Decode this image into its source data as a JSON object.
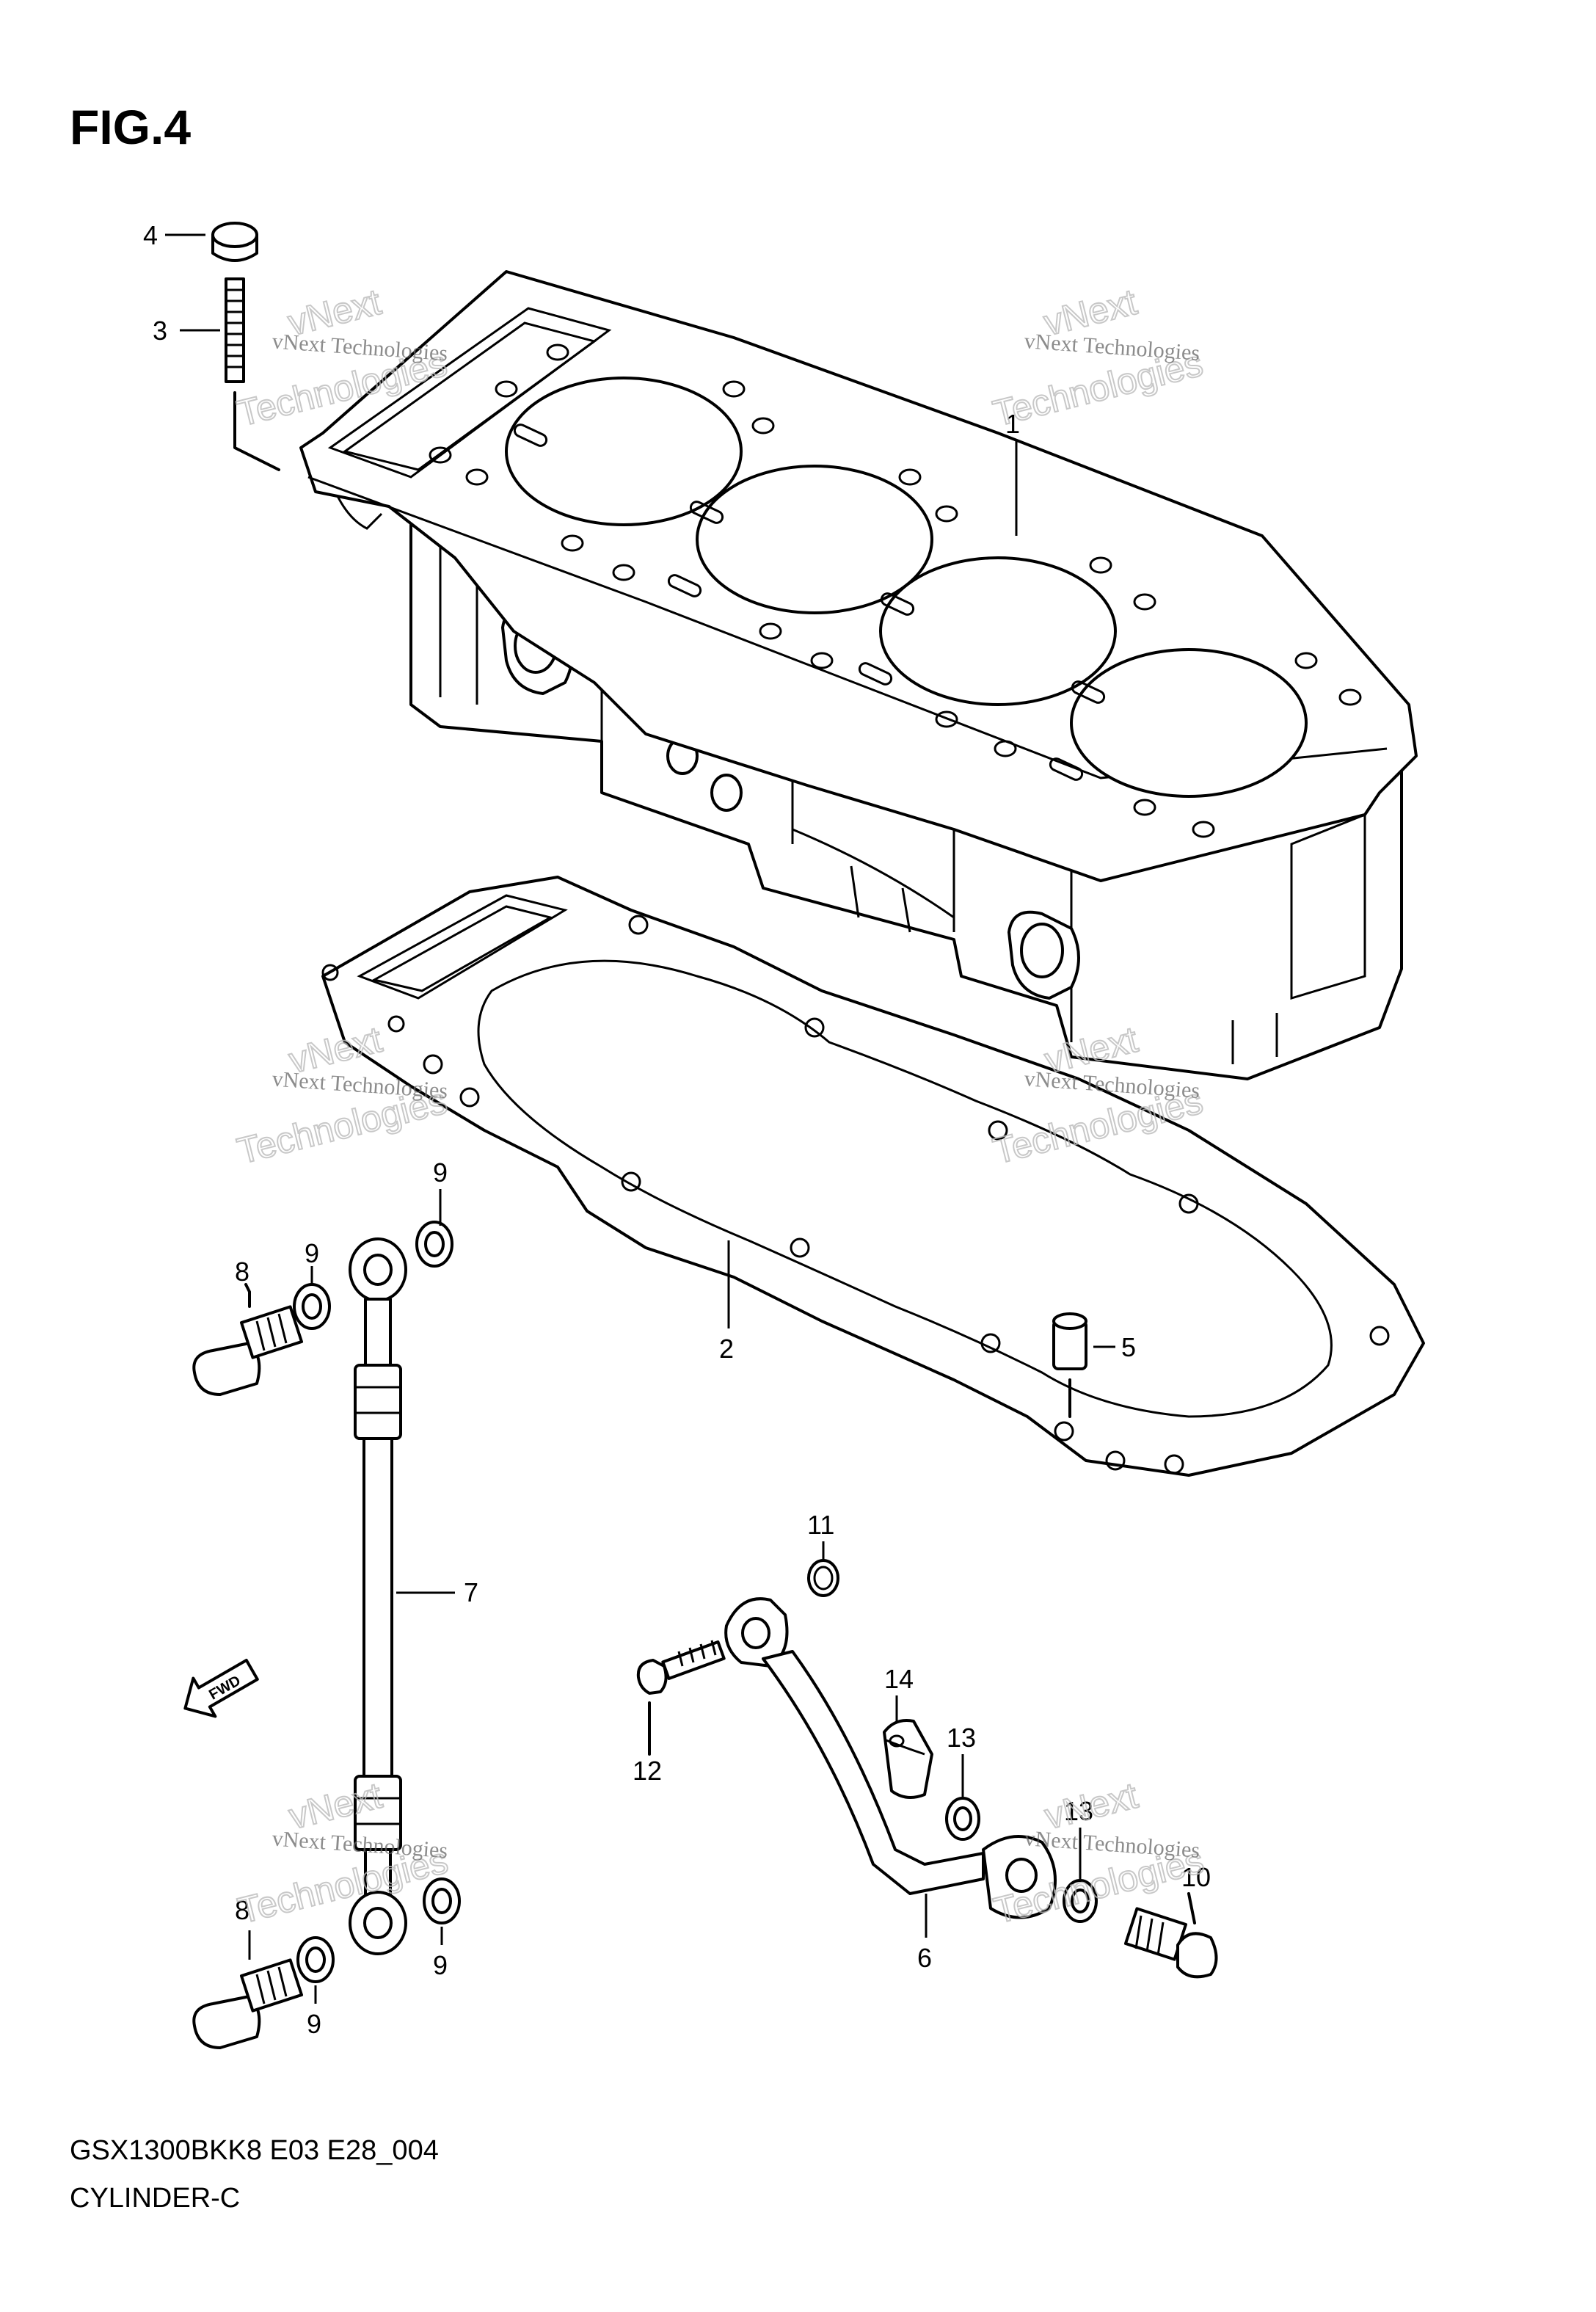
{
  "figure": {
    "title": "FIG.4",
    "model_code": "GSX1300BKK8 E03 E28_004",
    "caption": "CYLINDER-C"
  },
  "watermark": {
    "line1": "vNext Technologies",
    "line2a": "vNext",
    "line2b": "Technologies"
  },
  "parts": {
    "p1": "1",
    "p2": "2",
    "p3": "3",
    "p4": "4",
    "p5": "5",
    "p6": "6",
    "p7": "7",
    "p8a": "8",
    "p8b": "8",
    "p9a": "9",
    "p9b": "9",
    "p9c": "9",
    "p9d": "9",
    "p10": "10",
    "p11": "11",
    "p12": "12",
    "p13a": "13",
    "p13b": "13",
    "p14": "14"
  },
  "fwd_arrow": "FWD"
}
